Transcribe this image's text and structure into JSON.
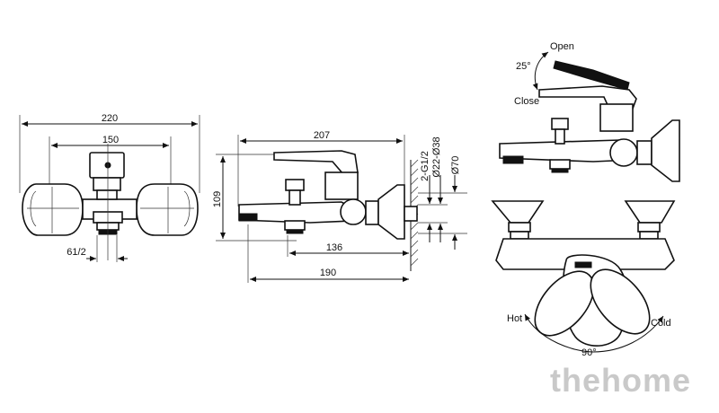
{
  "front_view": {
    "dim_overall_width": "220",
    "dim_centers": "150",
    "dim_thread": "61/2"
  },
  "side_view": {
    "dim_length": "207",
    "dim_height": "109",
    "dim_spout_to_wall": "136",
    "dim_depth": "190",
    "dim_pipe_thread": "2-G1/2",
    "dim_d22": "Ø22-Ø38",
    "dim_d70": "Ø70"
  },
  "lever_view": {
    "open_label": "Open",
    "close_label": "Close",
    "tilt_angle": "25°"
  },
  "top_view": {
    "hot_label": "Hot",
    "cold_label": "Cold",
    "rotation_angle": "90°"
  },
  "watermark": "thehome"
}
